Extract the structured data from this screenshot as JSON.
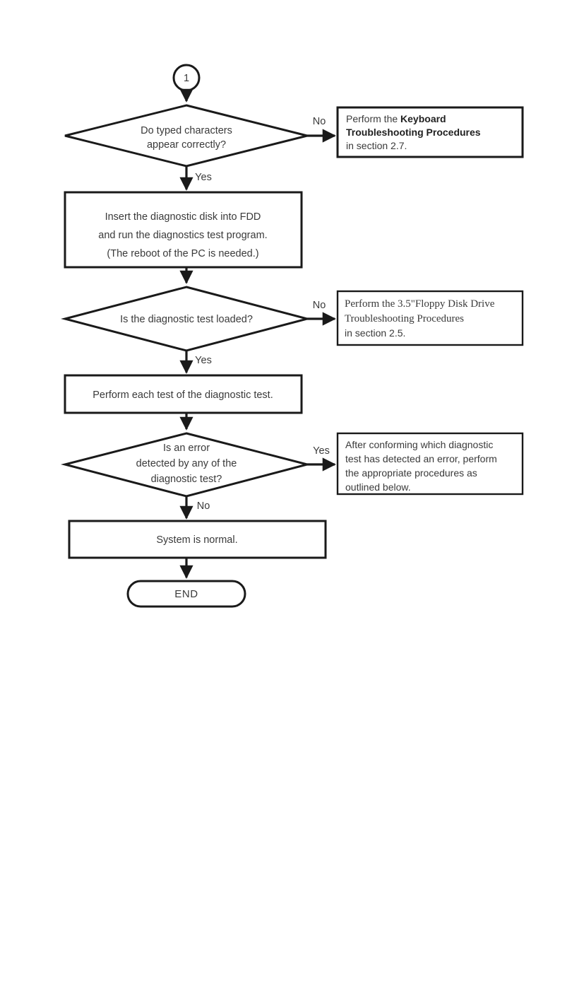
{
  "document": {
    "title": "Diagnostic Test Troubleshooting Flowchart",
    "page_background": "#ffffff",
    "line_color": "#1a1a1a",
    "text_color": "#3a3a3a",
    "shape_fill": "#ffffff"
  },
  "connector_in": {
    "label": "1",
    "shape": "circle"
  },
  "decision_1": {
    "line1": "Do typed characters",
    "line2": "appear correctly?",
    "yes_label": "Yes",
    "no_label": "No"
  },
  "box_keyboard": {
    "line1_plain": "Perform the ",
    "line1_bold": "Keyboard",
    "line2_bold": "Troubleshooting Procedures",
    "line3_plain": "in section 2.7."
  },
  "process_insert_disk": {
    "line1": "Insert the diagnostic disk into FDD",
    "line2": "and run the diagnostics test program.",
    "line3": "(The reboot of the PC is needed.)"
  },
  "decision_2": {
    "line1": "Is the diagnostic test loaded?",
    "yes_label": "Yes",
    "no_label": "No"
  },
  "box_fdd": {
    "line1": "Perform the 3.5\"Floppy Disk Drive",
    "line2": "Troubleshooting Procedures",
    "line3": "in section 2.5."
  },
  "process_perform_tests": {
    "line1": "Perform each test of the diagnostic test."
  },
  "decision_3": {
    "line1": "Is an error",
    "line2": "detected by any of the",
    "line3": "diagnostic test?",
    "yes_label": "Yes",
    "no_label": "No"
  },
  "box_after_conforming": {
    "line1": "After conforming which diagnostic",
    "line2": "test has detected an error, perform",
    "line3": "the appropriate procedures as",
    "line4": "outlined below."
  },
  "process_system_normal": {
    "line1": "System is normal."
  },
  "terminator_end": {
    "label": "END"
  }
}
